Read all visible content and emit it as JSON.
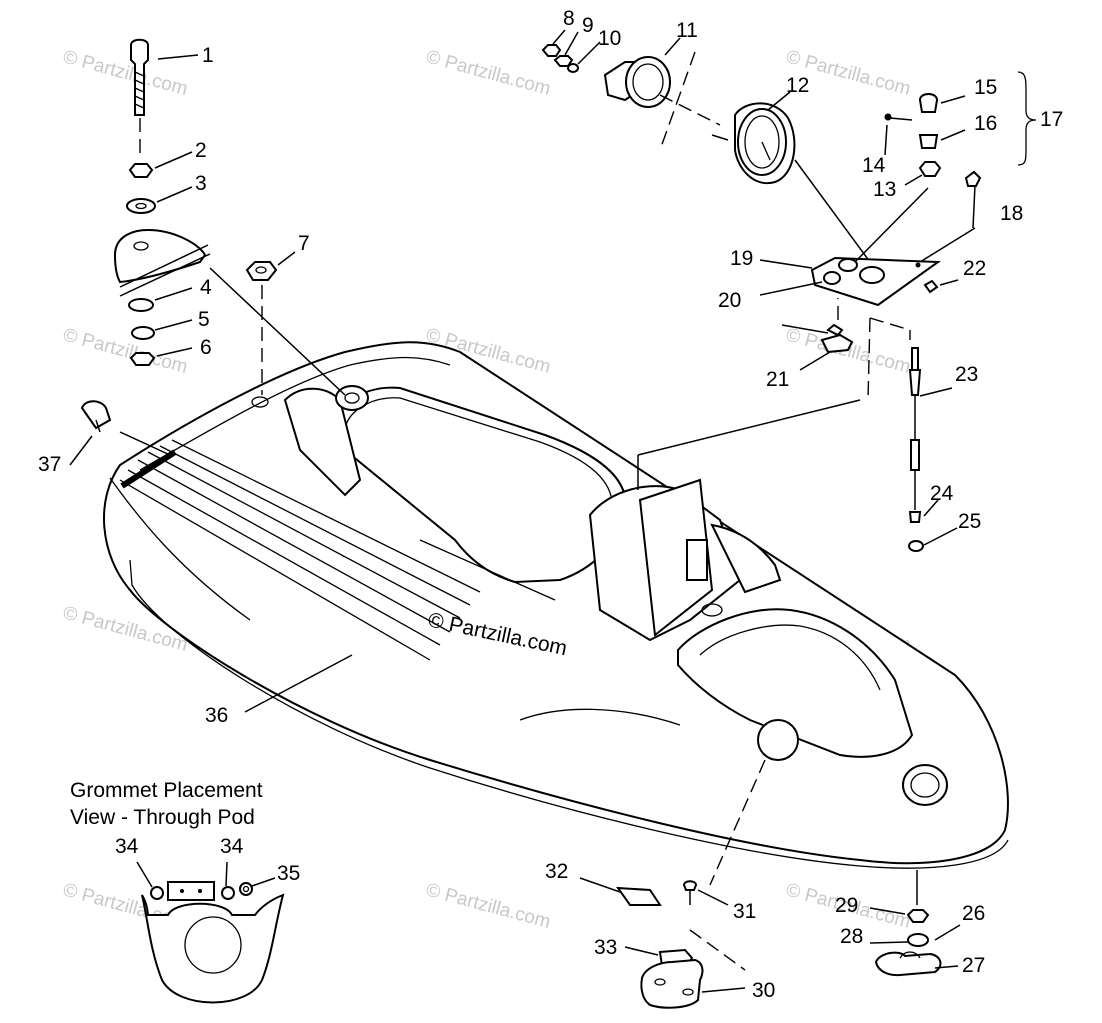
{
  "diagram": {
    "callouts": [
      "1",
      "2",
      "3",
      "4",
      "5",
      "6",
      "7",
      "8",
      "9",
      "10",
      "11",
      "12",
      "13",
      "14",
      "15",
      "16",
      "17",
      "18",
      "19",
      "20",
      "21",
      "22",
      "23",
      "24",
      "25",
      "26",
      "27",
      "28",
      "29",
      "30",
      "31",
      "32",
      "33",
      "34",
      "35",
      "36",
      "37"
    ],
    "inset_caption_line1": "Grommet Placement",
    "inset_caption_line2": "View - Through Pod",
    "inset_callouts": [
      "34",
      "34",
      "35"
    ],
    "watermark": "© Partzilla.com",
    "center_watermark": "© Partzilla.com"
  }
}
